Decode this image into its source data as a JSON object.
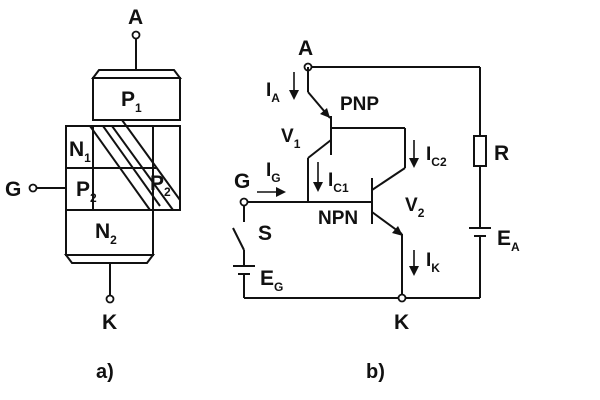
{
  "panel_a": {
    "caption": "a)",
    "terminal_anode": "A",
    "terminal_gate": "G",
    "terminal_cathode": "K",
    "layer_p1": "P",
    "layer_p1_sub": "1",
    "layer_n1": "N",
    "layer_n1_sub": "1",
    "layer_p2_left": "P",
    "layer_p2_left_sub": "2",
    "layer_p2_right": "P",
    "layer_p2_right_sub": "2",
    "layer_n2": "N",
    "layer_n2_sub": "2"
  },
  "panel_b": {
    "caption": "b)",
    "terminal_anode": "A",
    "terminal_gate": "G",
    "terminal_cathode": "K",
    "current_anode": "I",
    "current_anode_sub": "A",
    "current_gate": "I",
    "current_gate_sub": "G",
    "current_c1": "I",
    "current_c1_sub": "C1",
    "current_c2": "I",
    "current_c2_sub": "C2",
    "current_k": "I",
    "current_k_sub": "K",
    "pnp_label": "PNP",
    "npn_label": "NPN",
    "transistor_v1": "V",
    "transistor_v1_sub": "1",
    "transistor_v2": "V",
    "transistor_v2_sub": "2",
    "resistor_label": "R",
    "switch_label": "S",
    "source_ea": "E",
    "source_ea_sub": "A",
    "source_eg": "E",
    "source_eg_sub": "G"
  }
}
